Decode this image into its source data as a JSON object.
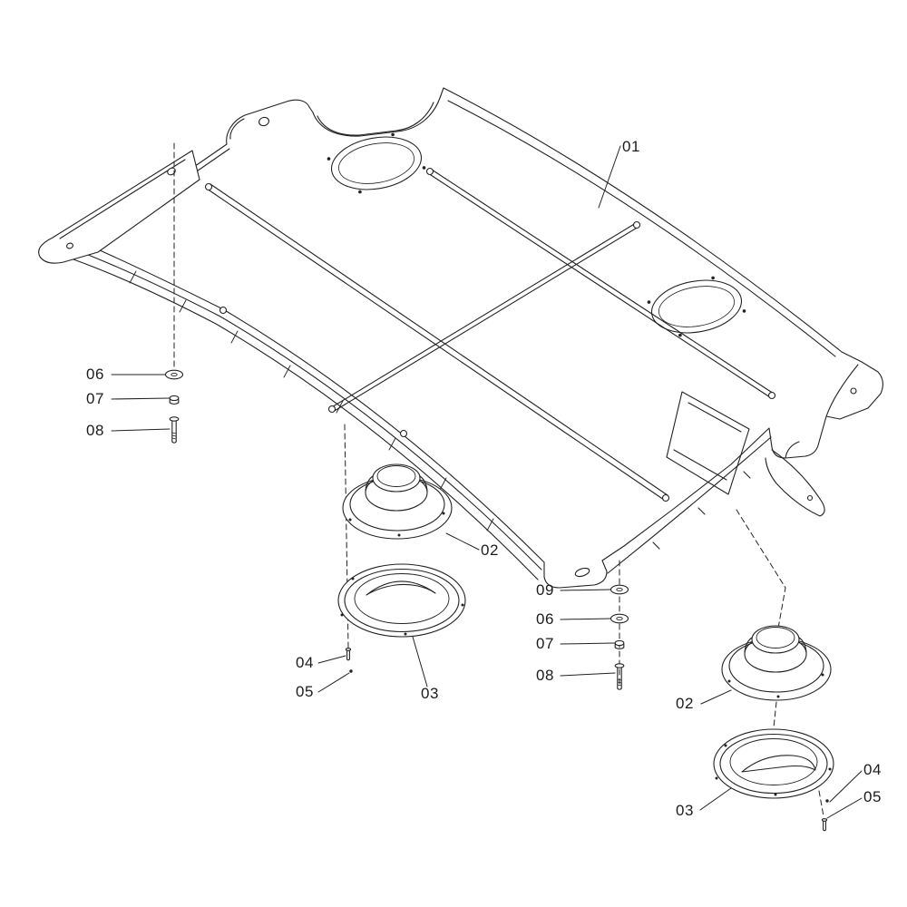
{
  "diagram": {
    "background_color": "#ffffff",
    "line_color": "#222222"
  },
  "callouts": [
    {
      "id": "01"
    },
    {
      "id": "06"
    },
    {
      "id": "07"
    },
    {
      "id": "08"
    },
    {
      "id": "02"
    },
    {
      "id": "09"
    },
    {
      "id": "06"
    },
    {
      "id": "07"
    },
    {
      "id": "08"
    },
    {
      "id": "04"
    },
    {
      "id": "05"
    },
    {
      "id": "03"
    },
    {
      "id": "02"
    },
    {
      "id": "03"
    },
    {
      "id": "04"
    },
    {
      "id": "05"
    }
  ]
}
